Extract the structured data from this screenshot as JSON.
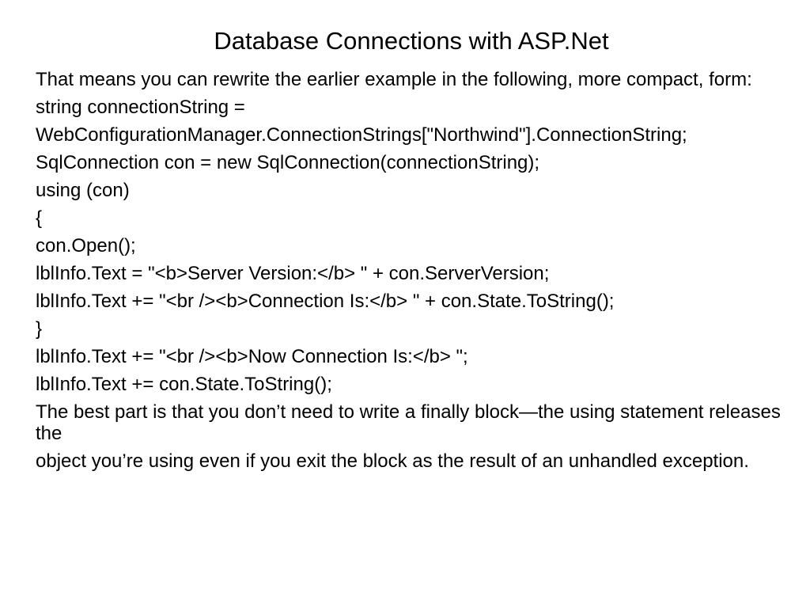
{
  "slide": {
    "title": "Database Connections with ASP.Net",
    "lines": [
      "That means you can rewrite the earlier example in the following, more compact, form:",
      "string connectionString =",
      "WebConfigurationManager.ConnectionStrings[\"Northwind\"].ConnectionString;",
      "SqlConnection con = new SqlConnection(connectionString);",
      "using (con)",
      "{",
      "con.Open();",
      "lblInfo.Text = \"<b>Server Version:</b> \" + con.ServerVersion;",
      "lblInfo.Text += \"<br /><b>Connection Is:</b> \" + con.State.ToString();",
      "}",
      "lblInfo.Text += \"<br /><b>Now Connection Is:</b> \";",
      "lblInfo.Text += con.State.ToString();",
      "The best part is that you don’t need to write a finally block—the using statement releases the",
      "object you’re using even if you exit the block as the result of an unhandled exception."
    ]
  }
}
